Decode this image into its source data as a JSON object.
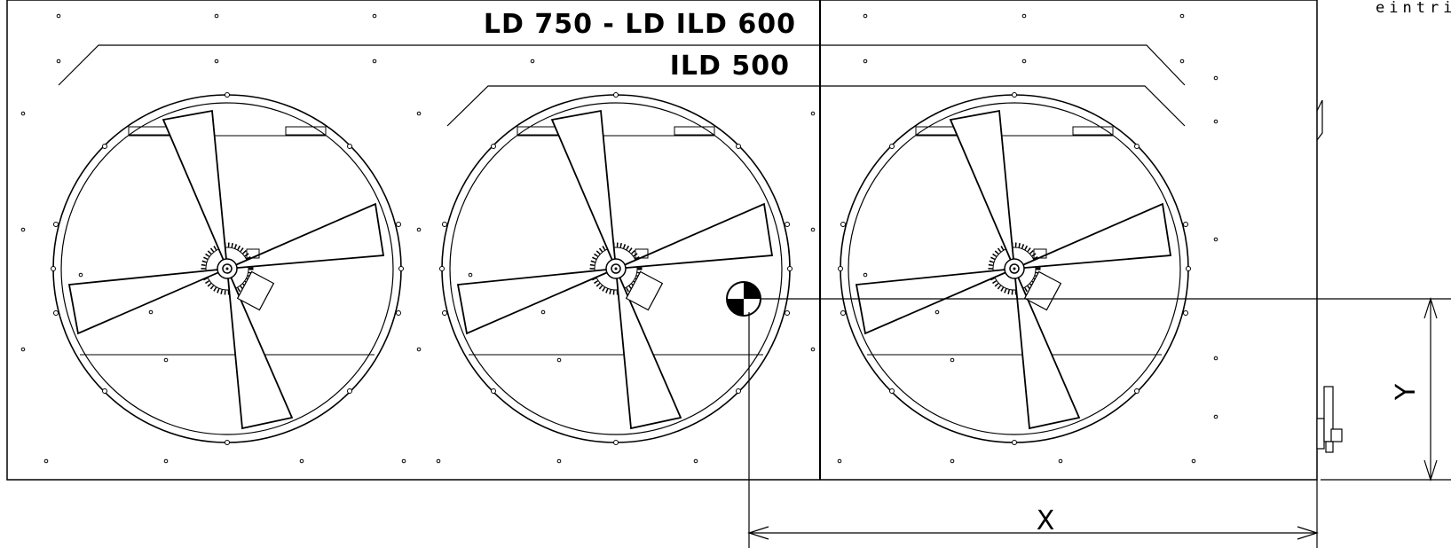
{
  "drawing": {
    "label_top": "LD 750 - LD ILD 600",
    "label_second": "ILD 500",
    "corner_text": "eintri",
    "dimension_x": "X",
    "dimension_y": "Y",
    "fan_count": 3,
    "line_color": "#000000"
  }
}
